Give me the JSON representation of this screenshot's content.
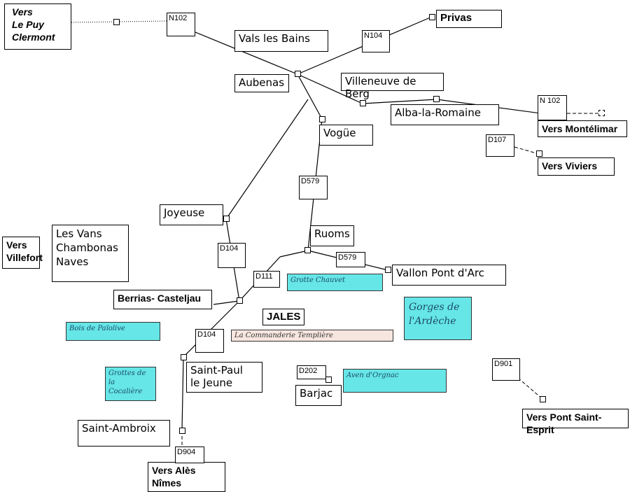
{
  "places": {
    "vers_le_puy": "Vers\n  Le Puy\nClermont",
    "vals": "Vals les Bains",
    "privas": "Privas",
    "aubenas": "Aubenas",
    "villeneuve": "Villeneuve de Berg",
    "alba": "Alba-la-Romaine",
    "vers_montelimar": "Vers Montélimar",
    "vers_viviers": "Vers Viviers",
    "vogue": "Vogüe",
    "joyeuse": "Joyeuse",
    "les_vans": "Les Vans\nChambonas\nNaves",
    "vers_villefort": "Vers\nVillefort",
    "ruoms": "Ruoms",
    "vallon": "Vallon Pont d'Arc",
    "berrias": "Berrias- Casteljau",
    "jales": "JALES",
    "saint_paul": "Saint-Paul\nle Jeune",
    "barjac": "Barjac",
    "saint_ambroix": "Saint-Ambroix",
    "vers_ales": "Vers Alès\nNîmes",
    "vers_pont": "Vers Pont Saint-Esprit"
  },
  "roads": {
    "n102_west": "N102",
    "n104": "N104",
    "n102_east": "N 102",
    "d107": "D107",
    "d579_north": "D579",
    "d104_north": "D104",
    "d111": "D111",
    "d579_east": "D579",
    "d104_south": "D104",
    "d202": "D202",
    "d901": "D901",
    "d904": "D904"
  },
  "sites": {
    "grotte_chauvet": "Grotte Chauvet",
    "gorges": "Gorges de\nl'Ardèche",
    "bois_paiolive": "Bois de Païolive",
    "commanderie": "La Commanderie Templière",
    "grottes_cocaliere": "Grottes de la\nCocalière",
    "aven_orgnac": "Aven d'Orgnac"
  }
}
